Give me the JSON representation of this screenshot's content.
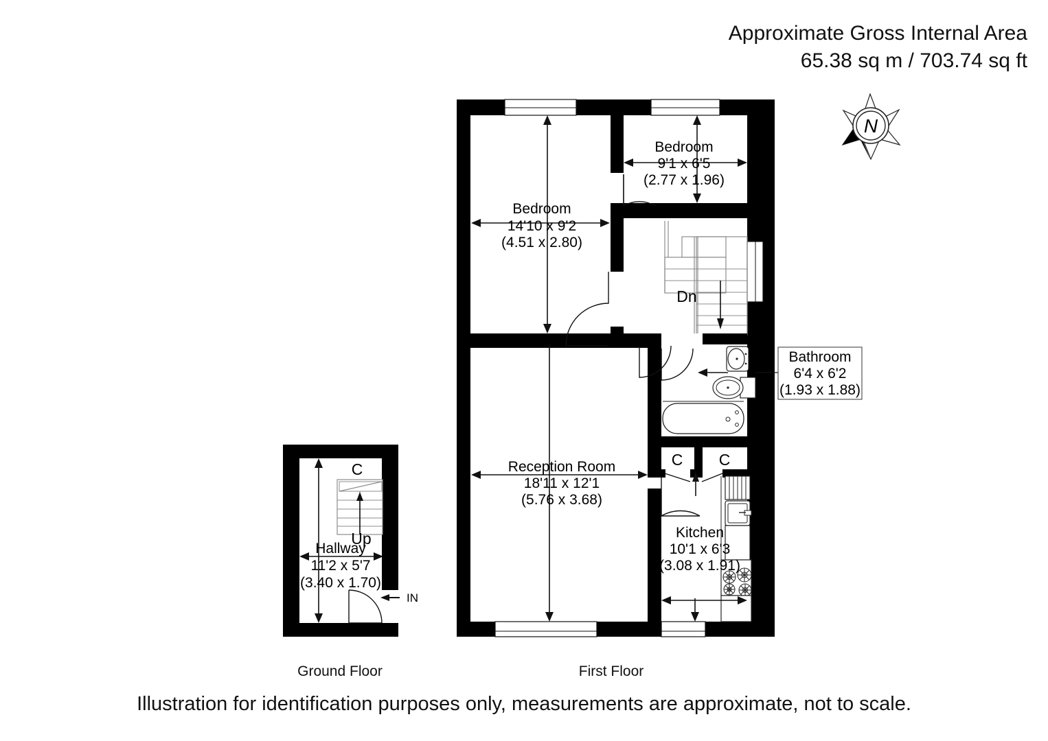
{
  "header": {
    "line1": "Approximate Gross Internal Area",
    "line2": "65.38 sq m / 703.74 sq ft"
  },
  "compass": {
    "label": "N",
    "name": "compass-rose"
  },
  "captions": {
    "ground": "Ground Floor",
    "first": "First Floor"
  },
  "disclaimer": "Illustration for identification purposes only, measurements are approximate, not to scale.",
  "colors": {
    "wall": "#000000",
    "floor": "#ffffff",
    "fixture_stroke": "#1a1a1a",
    "stair_stroke": "#808080",
    "text": "#000000"
  },
  "ground_floor": {
    "rooms": [
      {
        "name": "Hallway",
        "label": "Hallway",
        "imperial": "11'2 x 5'7",
        "metric": "(3.40 x 1.70)"
      }
    ],
    "markers": [
      {
        "name": "cupboard",
        "label": "C"
      },
      {
        "name": "stairs-up",
        "label": "Up"
      },
      {
        "name": "entrance",
        "label": "IN"
      }
    ]
  },
  "first_floor": {
    "rooms": [
      {
        "name": "bedroom-main",
        "label": "Bedroom",
        "imperial": "14'10 x 9'2",
        "metric": "(4.51 x 2.80)"
      },
      {
        "name": "bedroom-second",
        "label": "Bedroom",
        "imperial": "9'1 x 6'5",
        "metric": "(2.77 x 1.96)"
      },
      {
        "name": "reception-room",
        "label": "Reception Room",
        "imperial": "18'11 x 12'1",
        "metric": "(5.76 x 3.68)"
      },
      {
        "name": "kitchen",
        "label": "Kitchen",
        "imperial": "10'1 x 6'3",
        "metric": "(3.08 x 1.91)"
      },
      {
        "name": "bathroom",
        "label": "Bathroom",
        "imperial": "6'4 x 6'2",
        "metric": "(1.93 x 1.88)",
        "boxed": true
      }
    ],
    "markers": [
      {
        "name": "stairs-down",
        "label": "Dn"
      },
      {
        "name": "cupboard-left",
        "label": "C"
      },
      {
        "name": "cupboard-right",
        "label": "C"
      }
    ]
  }
}
